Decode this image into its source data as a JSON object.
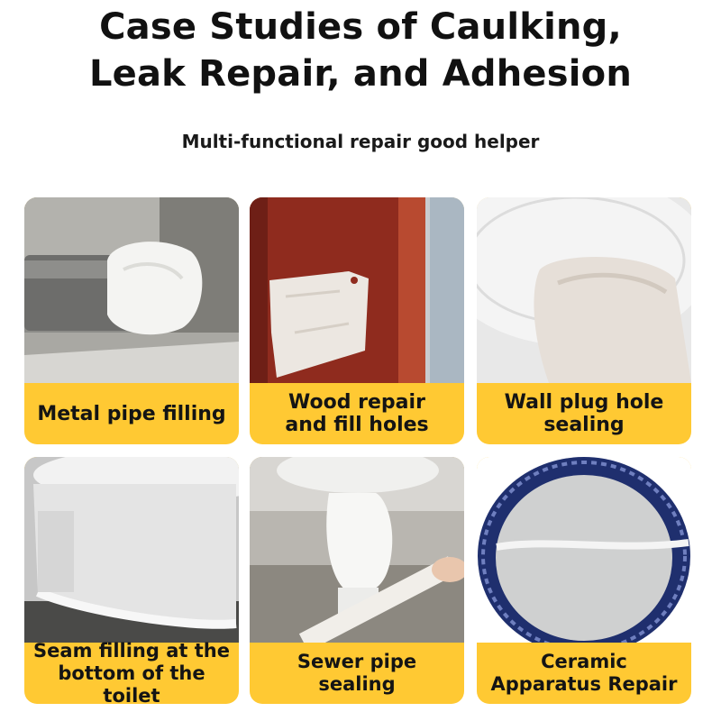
{
  "title": {
    "line1": "Case Studies of Caulking,",
    "line2": "Leak Repair, and Adhesion"
  },
  "subtitle": "Multi-functional repair good helper",
  "accent_color": "#ffc933",
  "cards": [
    {
      "lines": [
        "Metal pipe filling"
      ]
    },
    {
      "lines": [
        "Wood repair",
        "and fill holes"
      ]
    },
    {
      "lines": [
        "Wall plug hole",
        "sealing"
      ]
    },
    {
      "lines": [
        "Seam filling at the",
        "bottom of the toilet"
      ]
    },
    {
      "lines": [
        "Sewer pipe",
        "sealing"
      ]
    },
    {
      "lines": [
        "Ceramic",
        "Apparatus Repair"
      ]
    }
  ]
}
